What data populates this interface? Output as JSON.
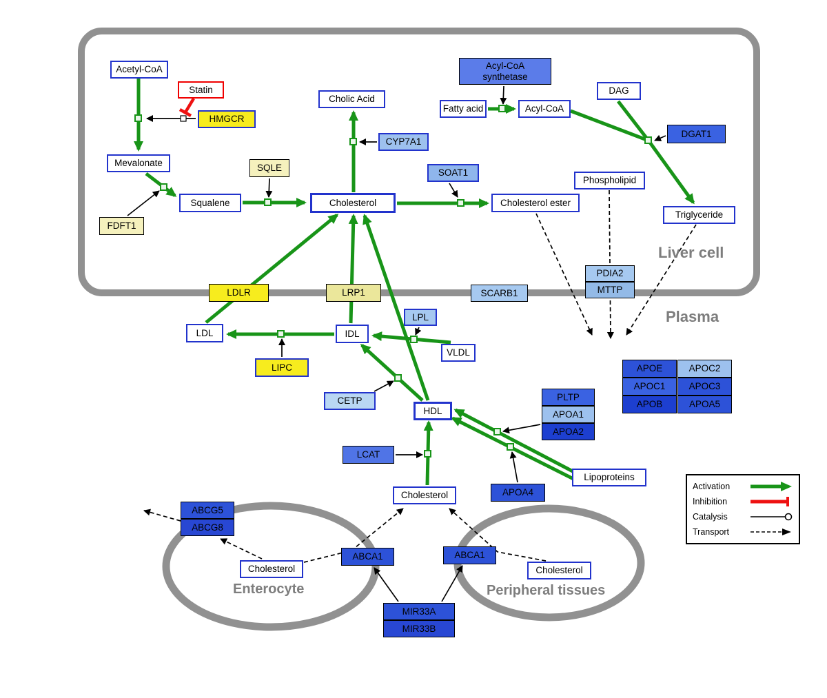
{
  "colors": {
    "activation_green": "#189418",
    "inhibition_red": "#ee1111",
    "membrane_gray": "#919191",
    "metabolite_border_blue": "#2233cc",
    "statin_border_red": "#f00000",
    "enzyme_yellow": "#f7ec1e",
    "enzyme_cream": "#f5f1bd",
    "gene_blue": "#2d52d8",
    "gene_dark_blue": "#1d3fd0",
    "gene_light_blue": "#9dc1ee"
  },
  "compartments": {
    "liver": "Liver cell",
    "plasma": "Plasma",
    "enterocyte": "Enterocyte",
    "peripheral": "Peripheral tissues"
  },
  "nodes": {
    "acetylCoa": {
      "label": "Acetyl-CoA"
    },
    "statin": {
      "label": "Statin"
    },
    "hmgcr": {
      "label": "HMGCR"
    },
    "mevalonate": {
      "label": "Mevalonate"
    },
    "sqle": {
      "label": "SQLE"
    },
    "fdft1": {
      "label": "FDFT1"
    },
    "squalene": {
      "label": "Squalene"
    },
    "cholesterolLiver": {
      "label": "Cholesterol"
    },
    "cholicAcid": {
      "label": "Cholic Acid"
    },
    "cyp7a1": {
      "label": "CYP7A1"
    },
    "soat1": {
      "label": "SOAT1"
    },
    "cholesterolEster": {
      "label": "Cholesterol ester"
    },
    "acylCoaSynthetase": {
      "label": "Acyl-CoA\nsynthetase"
    },
    "fattyAcid": {
      "label": "Fatty acid"
    },
    "acylCoa": {
      "label": "Acyl-CoA"
    },
    "dag": {
      "label": "DAG"
    },
    "dgat1": {
      "label": "DGAT1"
    },
    "phospholipid": {
      "label": "Phospholipid"
    },
    "triglyceride": {
      "label": "Triglyceride"
    },
    "pdia2": {
      "label": "PDIA2"
    },
    "mttp": {
      "label": "MTTP"
    },
    "ldlr": {
      "label": "LDLR"
    },
    "lrp1": {
      "label": "LRP1"
    },
    "scarb1": {
      "label": "SCARB1"
    },
    "ldl": {
      "label": "LDL"
    },
    "idl": {
      "label": "IDL"
    },
    "lpl": {
      "label": "LPL"
    },
    "vldl": {
      "label": "VLDL"
    },
    "lipc": {
      "label": "LIPC"
    },
    "cetp": {
      "label": "CETP"
    },
    "hdl": {
      "label": "HDL"
    },
    "lcat": {
      "label": "LCAT"
    },
    "pltp": {
      "label": "PLTP"
    },
    "apoa1": {
      "label": "APOA1"
    },
    "apoa2": {
      "label": "APOA2"
    },
    "apoa4": {
      "label": "APOA4"
    },
    "lipoproteins": {
      "label": "Lipoproteins"
    },
    "cholesterolPlasma": {
      "label": "Cholesterol"
    },
    "apoe": {
      "label": "APOE"
    },
    "apoc2": {
      "label": "APOC2"
    },
    "apoc1": {
      "label": "APOC1"
    },
    "apoc3": {
      "label": "APOC3"
    },
    "apob": {
      "label": "APOB"
    },
    "apoa5": {
      "label": "APOA5"
    },
    "abcg5": {
      "label": "ABCG5"
    },
    "abcg8": {
      "label": "ABCG8"
    },
    "cholesterolEnterocyte": {
      "label": "Cholesterol"
    },
    "abca1Enterocyte": {
      "label": "ABCA1"
    },
    "abca1Peripheral": {
      "label": "ABCA1"
    },
    "cholesterolPeripheral": {
      "label": "Cholesterol"
    },
    "mir33a": {
      "label": "MIR33A"
    },
    "mir33b": {
      "label": "MIR33B"
    }
  },
  "legend": {
    "activation": "Activation",
    "inhibition": "Inhibition",
    "catalysis": "Catalysis",
    "transport": "Transport"
  }
}
